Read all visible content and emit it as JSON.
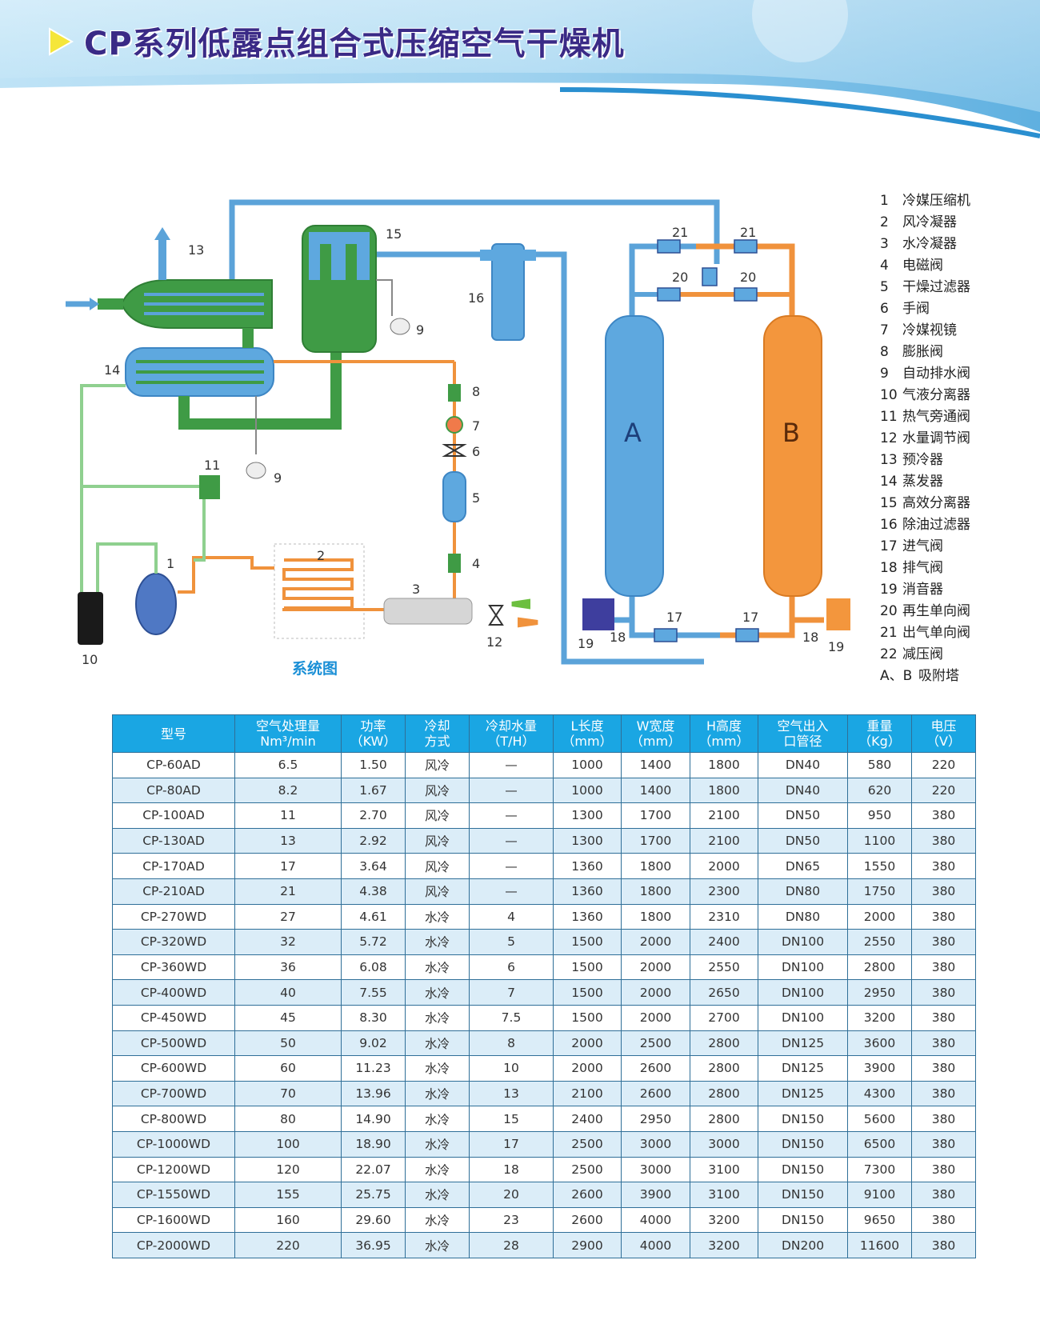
{
  "title": "CP系列低露点组合式压缩空气干燥机",
  "diagram": {
    "caption": "系统图",
    "tower_a": "A",
    "tower_b": "B",
    "numbers": [
      "1",
      "2",
      "3",
      "4",
      "5",
      "6",
      "7",
      "8",
      "9",
      "9",
      "10",
      "11",
      "12",
      "13",
      "14",
      "15",
      "16",
      "17",
      "17",
      "18",
      "18",
      "19",
      "19",
      "20",
      "20",
      "21",
      "21"
    ]
  },
  "legend": [
    {
      "num": "1",
      "label": "冷媒压缩机"
    },
    {
      "num": "2",
      "label": "风冷凝器"
    },
    {
      "num": "3",
      "label": "水冷凝器"
    },
    {
      "num": "4",
      "label": "电磁阀"
    },
    {
      "num": "5",
      "label": "干燥过滤器"
    },
    {
      "num": "6",
      "label": "手阀"
    },
    {
      "num": "7",
      "label": "冷媒视镜"
    },
    {
      "num": "8",
      "label": "膨胀阀"
    },
    {
      "num": "9",
      "label": "自动排水阀"
    },
    {
      "num": "10",
      "label": "气液分离器"
    },
    {
      "num": "11",
      "label": "热气旁通阀"
    },
    {
      "num": "12",
      "label": "水量调节阀"
    },
    {
      "num": "13",
      "label": "预冷器"
    },
    {
      "num": "14",
      "label": "蒸发器"
    },
    {
      "num": "15",
      "label": "高效分离器"
    },
    {
      "num": "16",
      "label": "除油过滤器"
    },
    {
      "num": "17",
      "label": "进气阀"
    },
    {
      "num": "18",
      "label": "排气阀"
    },
    {
      "num": "19",
      "label": "消音器"
    },
    {
      "num": "20",
      "label": "再生单向阀"
    },
    {
      "num": "21",
      "label": "出气单向阀"
    },
    {
      "num": "22",
      "label": "减压阀"
    },
    {
      "num": "A、B",
      "label": "吸附塔"
    }
  ],
  "table": {
    "headers": [
      [
        "型号"
      ],
      [
        "空气处理量",
        "Nm³/min"
      ],
      [
        "功率",
        "（KW）"
      ],
      [
        "冷却",
        "方式"
      ],
      [
        "冷却水量",
        "（T/H）"
      ],
      [
        "L长度",
        "（mm）"
      ],
      [
        "W宽度",
        "（mm）"
      ],
      [
        "H高度",
        "（mm）"
      ],
      [
        "空气出入",
        "口管径"
      ],
      [
        "重量",
        "（Kg）"
      ],
      [
        "电压",
        "（V）"
      ]
    ],
    "rows": [
      [
        "CP-60AD",
        "6.5",
        "1.50",
        "风冷",
        "—",
        "1000",
        "1400",
        "1800",
        "DN40",
        "580",
        "220"
      ],
      [
        "CP-80AD",
        "8.2",
        "1.67",
        "风冷",
        "—",
        "1000",
        "1400",
        "1800",
        "DN40",
        "620",
        "220"
      ],
      [
        "CP-100AD",
        "11",
        "2.70",
        "风冷",
        "—",
        "1300",
        "1700",
        "2100",
        "DN50",
        "950",
        "380"
      ],
      [
        "CP-130AD",
        "13",
        "2.92",
        "风冷",
        "—",
        "1300",
        "1700",
        "2100",
        "DN50",
        "1100",
        "380"
      ],
      [
        "CP-170AD",
        "17",
        "3.64",
        "风冷",
        "—",
        "1360",
        "1800",
        "2000",
        "DN65",
        "1550",
        "380"
      ],
      [
        "CP-210AD",
        "21",
        "4.38",
        "风冷",
        "—",
        "1360",
        "1800",
        "2300",
        "DN80",
        "1750",
        "380"
      ],
      [
        "CP-270WD",
        "27",
        "4.61",
        "水冷",
        "4",
        "1360",
        "1800",
        "2310",
        "DN80",
        "2000",
        "380"
      ],
      [
        "CP-320WD",
        "32",
        "5.72",
        "水冷",
        "5",
        "1500",
        "2000",
        "2400",
        "DN100",
        "2550",
        "380"
      ],
      [
        "CP-360WD",
        "36",
        "6.08",
        "水冷",
        "6",
        "1500",
        "2000",
        "2550",
        "DN100",
        "2800",
        "380"
      ],
      [
        "CP-400WD",
        "40",
        "7.55",
        "水冷",
        "7",
        "1500",
        "2000",
        "2650",
        "DN100",
        "2950",
        "380"
      ],
      [
        "CP-450WD",
        "45",
        "8.30",
        "水冷",
        "7.5",
        "1500",
        "2000",
        "2700",
        "DN100",
        "3200",
        "380"
      ],
      [
        "CP-500WD",
        "50",
        "9.02",
        "水冷",
        "8",
        "2000",
        "2500",
        "2800",
        "DN125",
        "3600",
        "380"
      ],
      [
        "CP-600WD",
        "60",
        "11.23",
        "水冷",
        "10",
        "2000",
        "2600",
        "2800",
        "DN125",
        "3900",
        "380"
      ],
      [
        "CP-700WD",
        "70",
        "13.96",
        "水冷",
        "13",
        "2100",
        "2600",
        "2800",
        "DN125",
        "4300",
        "380"
      ],
      [
        "CP-800WD",
        "80",
        "14.90",
        "水冷",
        "15",
        "2400",
        "2950",
        "2800",
        "DN150",
        "5600",
        "380"
      ],
      [
        "CP-1000WD",
        "100",
        "18.90",
        "水冷",
        "17",
        "2500",
        "3000",
        "3000",
        "DN150",
        "6500",
        "380"
      ],
      [
        "CP-1200WD",
        "120",
        "22.07",
        "水冷",
        "18",
        "2500",
        "3000",
        "3100",
        "DN150",
        "7300",
        "380"
      ],
      [
        "CP-1550WD",
        "155",
        "25.75",
        "水冷",
        "20",
        "2600",
        "3900",
        "3100",
        "DN150",
        "9100",
        "380"
      ],
      [
        "CP-1600WD",
        "160",
        "29.60",
        "水冷",
        "23",
        "2600",
        "4000",
        "3200",
        "DN150",
        "9650",
        "380"
      ],
      [
        "CP-2000WD",
        "220",
        "36.95",
        "水冷",
        "28",
        "2900",
        "4000",
        "3200",
        "DN200",
        "11600",
        "380"
      ]
    ]
  }
}
